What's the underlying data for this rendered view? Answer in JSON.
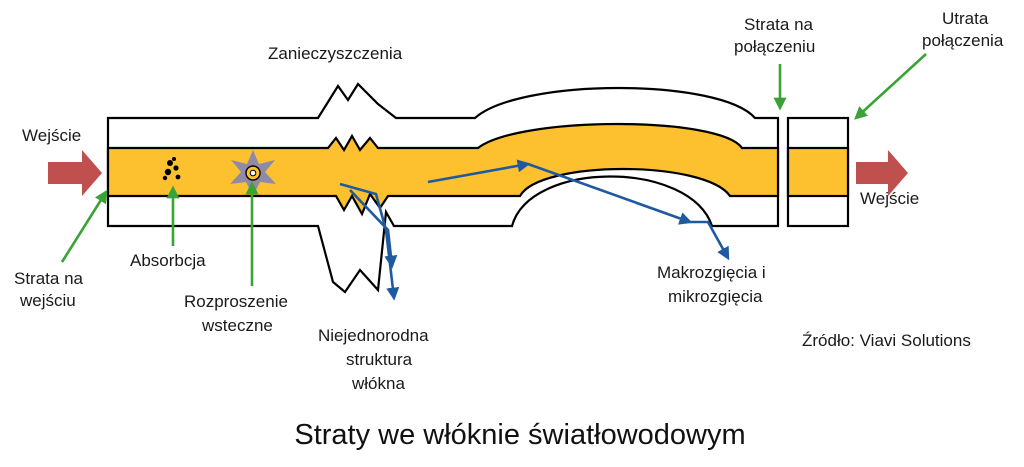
{
  "labels": {
    "input_left": "Wejście",
    "output_right": "Wejście",
    "contamination": "Zanieczyszczenia",
    "splice_loss_1": "Strata na",
    "splice_loss_2": "połączeniu",
    "connection_loss_1": "Utrata",
    "connection_loss_2": "połączenia",
    "input_loss_1": "Strata na",
    "input_loss_2": "wejściu",
    "absorption": "Absorbcja",
    "backscatter_1": "Rozproszenie",
    "backscatter_2": "wsteczne",
    "nonuniform_1": "Niejednorodna",
    "nonuniform_2": "struktura",
    "nonuniform_3": "włókna",
    "bending_1": "Makrozgięcia i",
    "bending_2": "mikrozgięcia",
    "source": "Źródło: Viavi Solutions"
  },
  "title": "Straty we włóknie światłowodowym",
  "colors": {
    "core": "#fdc02f",
    "cladding": "#ffffff",
    "outline": "#000000",
    "arrow_green": "#3aa335",
    "arrow_blue": "#1f5aa0",
    "arrow_io": "#c0504d",
    "scatter_star": "#8f8aa6"
  }
}
